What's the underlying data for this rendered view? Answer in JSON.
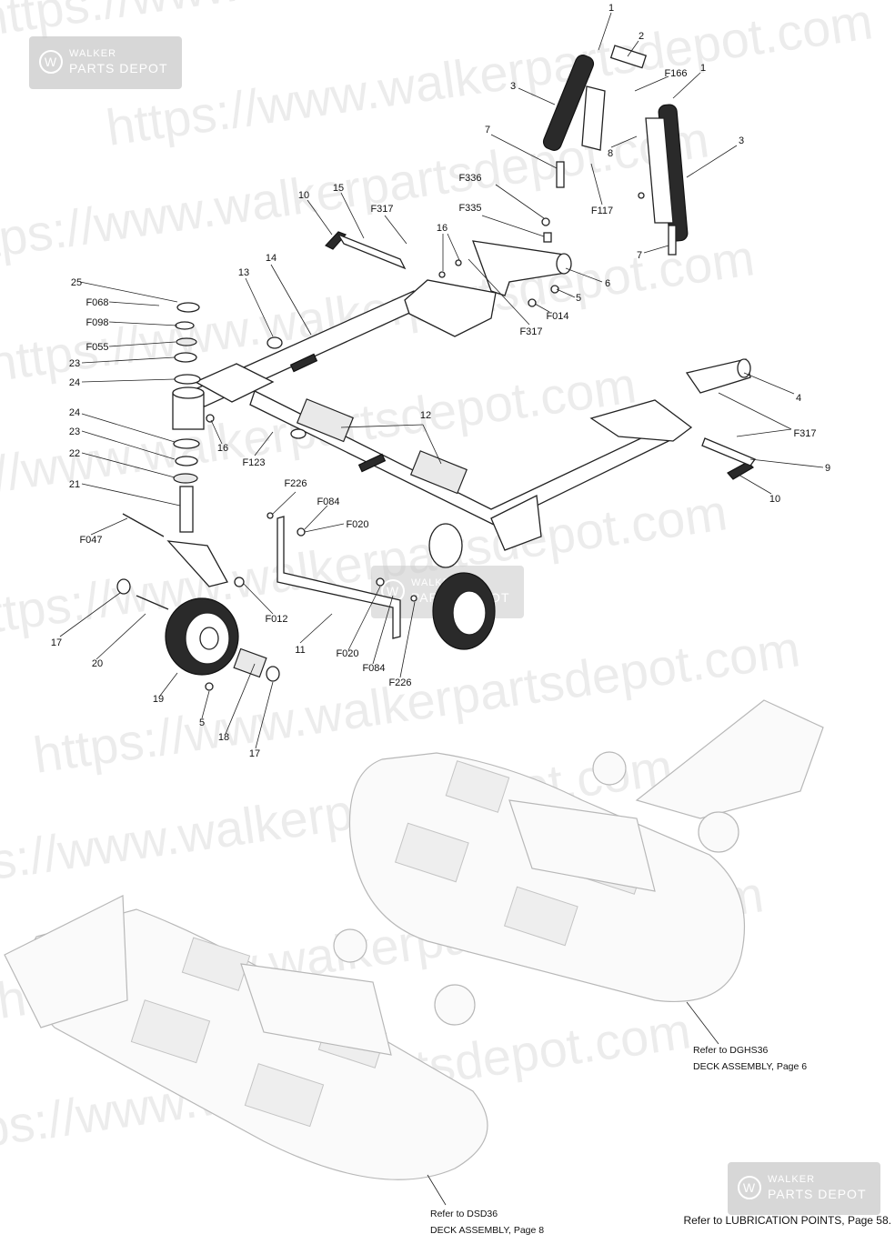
{
  "watermark": {
    "url_text": "https://www.walkerpartsdepot.com",
    "brand_top": "WALKER",
    "brand_bottom": "PARTS DEPOT"
  },
  "callouts": [
    {
      "id": "c1a",
      "text": "1"
    },
    {
      "id": "c2",
      "text": "2"
    },
    {
      "id": "c3a",
      "text": "3"
    },
    {
      "id": "cF166",
      "text": "F166"
    },
    {
      "id": "c1b",
      "text": "1"
    },
    {
      "id": "c3b",
      "text": "3"
    },
    {
      "id": "c7a",
      "text": "7"
    },
    {
      "id": "c8",
      "text": "8"
    },
    {
      "id": "cF336",
      "text": "F336"
    },
    {
      "id": "cF117",
      "text": "F117"
    },
    {
      "id": "c7b",
      "text": "7"
    },
    {
      "id": "c10a",
      "text": "10"
    },
    {
      "id": "c15",
      "text": "15"
    },
    {
      "id": "cF317a",
      "text": "F317"
    },
    {
      "id": "cF335",
      "text": "F335"
    },
    {
      "id": "c16a",
      "text": "16"
    },
    {
      "id": "c14",
      "text": "14"
    },
    {
      "id": "c13",
      "text": "13"
    },
    {
      "id": "c6",
      "text": "6"
    },
    {
      "id": "c25",
      "text": "25"
    },
    {
      "id": "c5a",
      "text": "5"
    },
    {
      "id": "cF068",
      "text": "F068"
    },
    {
      "id": "cF014",
      "text": "F014"
    },
    {
      "id": "cF098",
      "text": "F098"
    },
    {
      "id": "cF317b",
      "text": "F317"
    },
    {
      "id": "cF055",
      "text": "F055"
    },
    {
      "id": "c23a",
      "text": "23"
    },
    {
      "id": "c24a",
      "text": "24"
    },
    {
      "id": "c4",
      "text": "4"
    },
    {
      "id": "c24b",
      "text": "24"
    },
    {
      "id": "c12",
      "text": "12"
    },
    {
      "id": "cF317c",
      "text": "F317"
    },
    {
      "id": "c23b",
      "text": "23"
    },
    {
      "id": "c16b",
      "text": "16"
    },
    {
      "id": "c22",
      "text": "22"
    },
    {
      "id": "cF123",
      "text": "F123"
    },
    {
      "id": "c9",
      "text": "9"
    },
    {
      "id": "c21",
      "text": "21"
    },
    {
      "id": "c10b",
      "text": "10"
    },
    {
      "id": "cF226a",
      "text": "F226"
    },
    {
      "id": "cF084a",
      "text": "F084"
    },
    {
      "id": "cF020a",
      "text": "F020"
    },
    {
      "id": "cF047",
      "text": "F047"
    },
    {
      "id": "cF012",
      "text": "F012"
    },
    {
      "id": "c17a",
      "text": "17"
    },
    {
      "id": "c11",
      "text": "11"
    },
    {
      "id": "c20",
      "text": "20"
    },
    {
      "id": "cF020b",
      "text": "F020"
    },
    {
      "id": "cF084b",
      "text": "F084"
    },
    {
      "id": "cF226b",
      "text": "F226"
    },
    {
      "id": "c19",
      "text": "19"
    },
    {
      "id": "c5b",
      "text": "5"
    },
    {
      "id": "c18",
      "text": "18"
    },
    {
      "id": "c17b",
      "text": "17"
    }
  ],
  "notes": {
    "dghs36_line1": "Refer to DGHS36",
    "dghs36_line2": "DECK ASSEMBLY, Page 6",
    "dsd36_line1": "Refer to DSD36",
    "dsd36_line2": "DECK ASSEMBLY, Page 8",
    "lubrication": "Refer to LUBRICATION POINTS, Page 58."
  }
}
